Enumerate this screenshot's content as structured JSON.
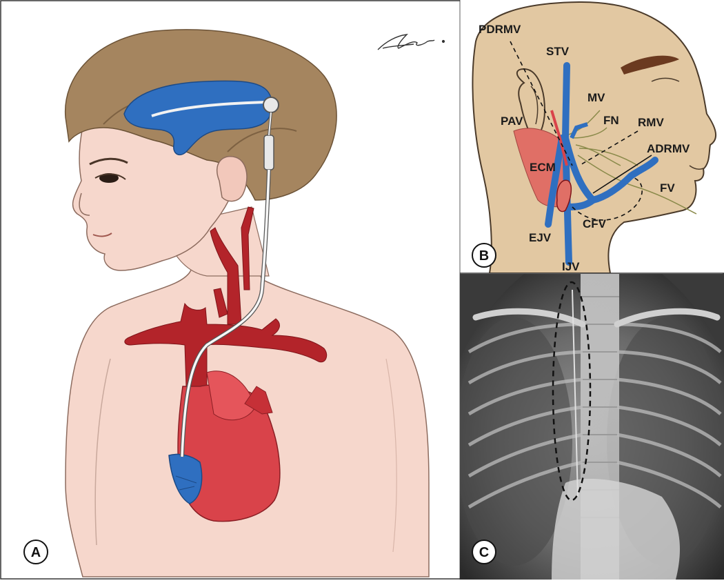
{
  "figure": {
    "panels": [
      {
        "letter": "A"
      },
      {
        "letter": "B"
      },
      {
        "letter": "C"
      }
    ],
    "signature": "artist-signature",
    "panel_b": {
      "labels": {
        "pdrmv": "PDRMV",
        "stv": "STV",
        "mv": "MV",
        "fn": "FN",
        "pav": "PAV",
        "rmv": "RMV",
        "adrmv": "ADRMV",
        "ecm": "ECM",
        "fv": "FV",
        "cfv": "CFV",
        "ejv": "EJV",
        "ijv": "IJV"
      }
    }
  },
  "colors": {
    "skin": "#f6d7cc",
    "hair": "#a5855f",
    "vein_blue": "#2f6fc0",
    "artery_red": "#b3242a",
    "heart_red": "#d9434a",
    "muscle": "#e06f66",
    "xray_dark": "#2c2c2c",
    "xray_light": "#c9c9c9",
    "panel_b_bg": "#e2c8a2"
  }
}
